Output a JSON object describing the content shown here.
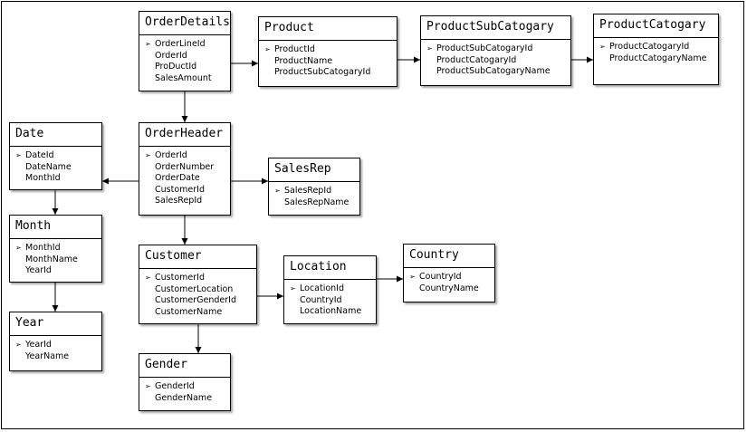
{
  "entities": {
    "order_details": {
      "title": "OrderDetails",
      "attributes": [
        "OrderLineId",
        "OrderId",
        "ProDuctId",
        "SalesAmount"
      ]
    },
    "product": {
      "title": "Product",
      "attributes": [
        "ProductId",
        "ProductName",
        "ProductSubCatogaryId"
      ]
    },
    "product_sub_catogary": {
      "title": "ProductSubCatogary",
      "attributes": [
        "ProductSubCatogaryId",
        "ProductCatogaryId",
        "ProductSubCatogaryName"
      ]
    },
    "product_catogary": {
      "title": "ProductCatogary",
      "attributes": [
        "ProductCatogaryId",
        "ProductCatogaryName"
      ]
    },
    "date": {
      "title": "Date",
      "attributes": [
        "DateId",
        "DateName",
        "MonthId"
      ]
    },
    "order_header": {
      "title": "OrderHeader",
      "attributes": [
        "OrderId",
        "OrderNumber",
        "OrderDate",
        "CustomerId",
        "SalesRepId"
      ]
    },
    "sales_rep": {
      "title": "SalesRep",
      "attributes": [
        "SalesRepId",
        "SalesRepName"
      ]
    },
    "month": {
      "title": "Month",
      "attributes": [
        "MonthId",
        "MonthName",
        "YearId"
      ]
    },
    "customer": {
      "title": "Customer",
      "attributes": [
        "CustomerId",
        "CustomerLocation",
        "CustomerGenderId",
        "CustomerName"
      ]
    },
    "location": {
      "title": "Location",
      "attributes": [
        "LocationId",
        "CountryId",
        "LocationName"
      ]
    },
    "country": {
      "title": "Country",
      "attributes": [
        "CountryId",
        "CountryName"
      ]
    },
    "year": {
      "title": "Year",
      "attributes": [
        "YearId",
        "YearName"
      ]
    },
    "gender": {
      "title": "Gender",
      "attributes": [
        "GenderId",
        "GenderName"
      ]
    }
  },
  "relationships": [
    {
      "from": "OrderDetails",
      "to": "Product"
    },
    {
      "from": "Product",
      "to": "ProductSubCatogary"
    },
    {
      "from": "ProductSubCatogary",
      "to": "ProductCatogary"
    },
    {
      "from": "OrderDetails",
      "to": "OrderHeader"
    },
    {
      "from": "OrderHeader",
      "to": "Date"
    },
    {
      "from": "OrderHeader",
      "to": "SalesRep"
    },
    {
      "from": "OrderHeader",
      "to": "Customer"
    },
    {
      "from": "Date",
      "to": "Month"
    },
    {
      "from": "Month",
      "to": "Year"
    },
    {
      "from": "Customer",
      "to": "Location"
    },
    {
      "from": "Location",
      "to": "Country"
    },
    {
      "from": "Customer",
      "to": "Gender"
    }
  ],
  "key_marker_icon": "arrowhead-bullet-icon"
}
